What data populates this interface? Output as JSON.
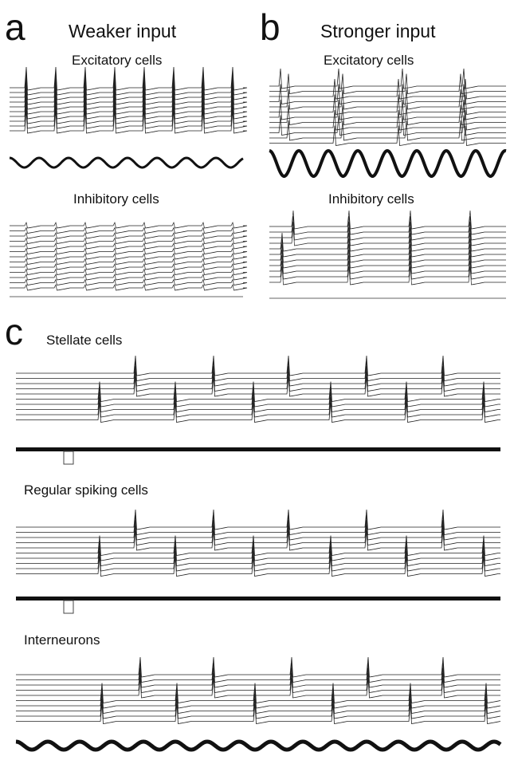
{
  "panels": {
    "a": {
      "letter": "a",
      "title": "Weaker input",
      "excitatory_label": "Excitatory cells",
      "inhibitory_label": "Inhibitory cells"
    },
    "b": {
      "letter": "b",
      "title": "Stronger input",
      "excitatory_label": "Excitatory cells",
      "inhibitory_label": "Inhibitory cells"
    },
    "c": {
      "letter": "c",
      "stellate_label": "Stellate cells",
      "regular_label": "Regular spiking cells",
      "interneuron_label": "Interneurons"
    }
  }
}
